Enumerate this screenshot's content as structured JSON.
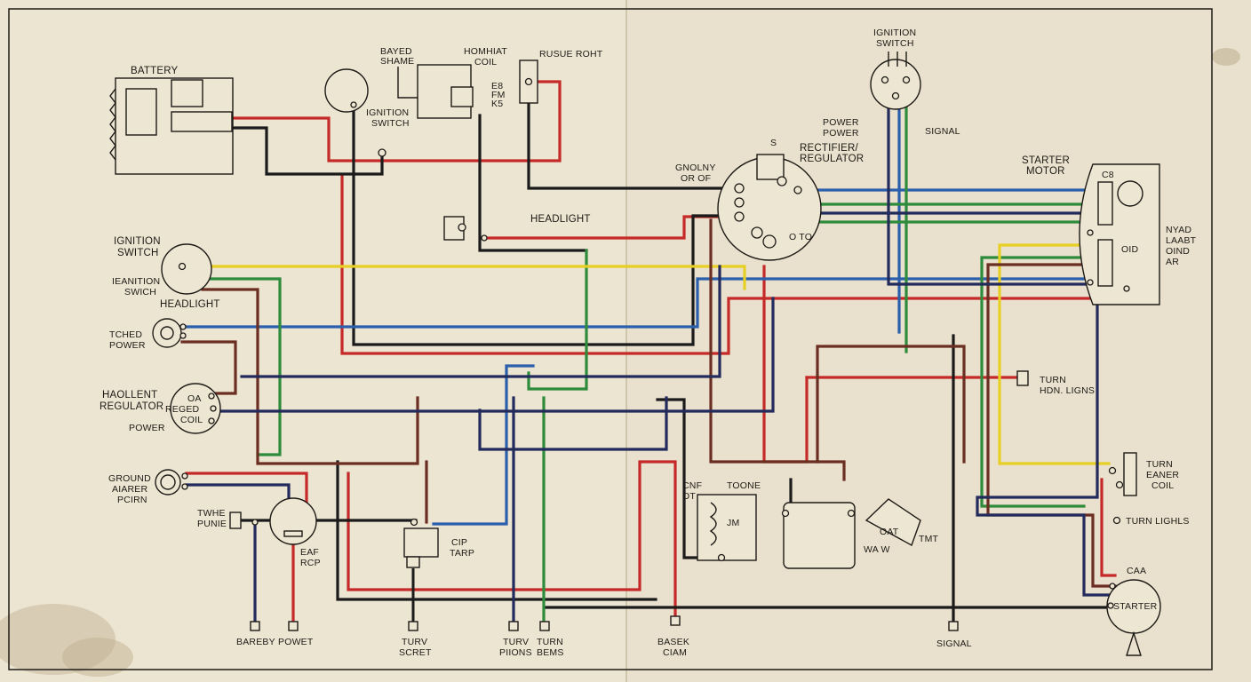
{
  "colors": {
    "paper": "#e9e1cd",
    "ink": "#1d1a16",
    "red": "#c62a28",
    "black": "#1b1b1b",
    "blue": "#2b5fab",
    "green": "#2e8b3b",
    "yellow": "#e8cf24",
    "brown": "#6b2e22",
    "navy": "#232a5c"
  },
  "labels": {
    "battery": "BATTERY",
    "bayed_shame_1": "BAYED",
    "bayed_shame_2": "SHAME",
    "ignition_coil_1": "IGNITION",
    "ignition_coil_2": "SWITCH",
    "homhat_1": "HOMHIAT",
    "homhat_2": "COIL",
    "coil_pins_1": "E8",
    "coil_pins_2": "FM",
    "coil_pins_3": "K5",
    "rusue_roht": "RUSUE ROHT",
    "ignition_top_1": "IGNITION",
    "ignition_top_2": "SWITCH",
    "power_1": "POWER",
    "power_2": "POWER",
    "signal_top": "SIGNAL",
    "rect_s": "S",
    "rectifier_1": "RECTIFIER/",
    "rectifier_2": "REGULATOR",
    "gnolny_1": "GNOLNY",
    "gnolny_2": "OR OF",
    "rect_o_to": "O TO",
    "headlight_mid": "HEADLIGHT",
    "starter_motor_1": "STARTER",
    "starter_motor_2": "MOTOR",
    "starter_c8": "C8",
    "starter_oid": "OID",
    "nyad_1": "NYAD",
    "nyad_2": "LAABT",
    "nyad_3": "OIND",
    "nyad_4": "AR",
    "ign_left_1": "IGNITION",
    "ign_left_2": "SWITCH",
    "ieanition_1": "IEANITION",
    "ieanition_2": "SWICH",
    "headlight_left": "HEADLIGHT",
    "tched_1": "TCHED",
    "tched_2": "POWER",
    "haollent_1": "HAOLLENT",
    "haollent_2": "REGULATOR",
    "power_left": "POWER",
    "reg_oa": "OA",
    "reg_reged": "REGED",
    "reg_coil": "COIL",
    "ground_1": "GROUND",
    "ground_2": "AIARER",
    "ground_3": "PCIRN",
    "twhe_1": "TWHE",
    "twhe_2": "PUNIE",
    "eaf_1": "EAF",
    "eaf_2": "RCP",
    "cip_1": "CIP",
    "cip_2": "TARP",
    "cnf_1": "CNF",
    "cnf_2": "OT",
    "toone": "TOONE",
    "jm": "JM",
    "turn_hdn_1": "TURN",
    "turn_hdn_2": "HDN. LIGNS",
    "turn_eaner_1": "TURN",
    "turn_eaner_2": "EANER",
    "turn_eaner_3": "COIL",
    "turn_lighls": "TURN LIGHLS",
    "caa": "CAA",
    "starter_bottom": "STARTER",
    "oat": "OAT",
    "wa_w": "WA W",
    "tmt": "TMT",
    "bot_baresy": "BAREBY",
    "bot_powet": "POWET",
    "bot_turv_1": "TURV",
    "bot_turv_2": "SCRET",
    "bot_turv_pions_1": "TURV",
    "bot_turv_pions_2": "PIIONS",
    "bot_turn_bems_1": "TURN",
    "bot_turn_bems_2": "BEMS",
    "bot_basek_1": "BASEK",
    "bot_basek_2": "CIAM",
    "bot_signal": "SIGNAL"
  }
}
